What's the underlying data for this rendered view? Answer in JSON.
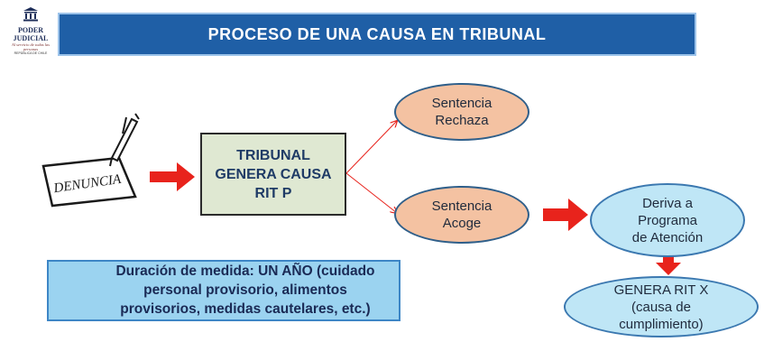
{
  "logo": {
    "org": "PODER JUDICIAL",
    "tagline": "Al servicio de todas las personas",
    "subline": "REPÚBLICA DE CHILE"
  },
  "header": {
    "title": "PROCESO DE UNA CAUSA EN TRIBUNAL"
  },
  "denuncia": {
    "label": "DENUNCIA"
  },
  "tribunal": {
    "text": "TRIBUNAL\nGENERA CAUSA\nRIT P"
  },
  "sentencia_rechaza": {
    "text": "Sentencia\nRechaza"
  },
  "sentencia_acoge": {
    "text": "Sentencia\nAcoge"
  },
  "deriva": {
    "text": "Deriva a\nPrograma\nde Atención"
  },
  "genera_rit_x": {
    "text": "GENERA RIT X\n(causa de\ncumplimiento)"
  },
  "duracion": {
    "text": "Duración de medida: UN AÑO (cuidado\npersonal provisorio, alimentos\nprovisorios, medidas cautelares, etc.)"
  },
  "colors": {
    "header_bg": "#1f5fa6",
    "tribunal_bg": "#dfe8d2",
    "peach_oval": "#f4c2a2",
    "blue_oval": "#bfe6f6",
    "note_bg": "#9bd3f0",
    "arrow_red": "#e8231c"
  }
}
